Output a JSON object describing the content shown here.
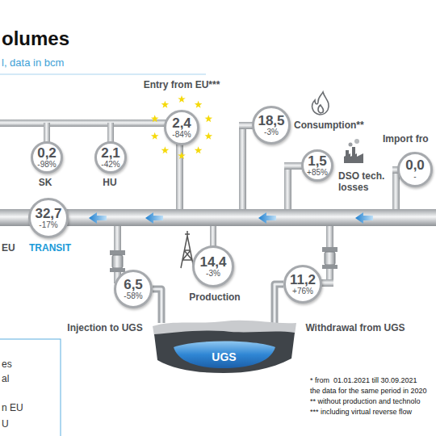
{
  "diagram": {
    "title": "olumes",
    "nodes": [
      {
        "text": [
          "Entry from EU***",
          "2,4",
          "-84%"
        ]
      },
      {
        "text": [
          "18,5",
          "-3%",
          "Consumption**"
        ]
      },
      {
        "text": [
          "Import fro",
          "0,0",
          "-"
        ]
      },
      {
        "text": [
          "0,2",
          "-98%",
          "SK"
        ]
      },
      {
        "text": [
          "2,1",
          "-42%",
          "HU"
        ]
      },
      {
        "text": [
          "1,5",
          "+85%",
          "DSO tech. losses"
        ]
      },
      {
        "text": [
          "32,7",
          "-17%",
          "EU",
          "TRANSIT"
        ]
      },
      {
        "text": [
          "14,4",
          "-3%",
          "Production"
        ]
      },
      {
        "text": [
          "6,5",
          "-58%",
          "Injection to UGS"
        ]
      },
      {
        "text": [
          "11,2",
          "+76%",
          "Withdrawal from UGS"
        ]
      },
      {
        "text": [
          "UGS"
        ]
      }
    ],
    "edges": [
      {
        "from": 8,
        "to": 10,
        "arrow": "none"
      },
      {
        "from": 9,
        "to": 10,
        "arrow": "none"
      }
    ],
    "labels": [
      "l, data in bcm",
      "es",
      "al",
      "n EU",
      "U",
      "* from  01.01.2021 till 30.09.2021",
      "the data for the same period in 2020",
      "** without production and technolo",
      "*** including virtual reverse flow"
    ]
  }
}
